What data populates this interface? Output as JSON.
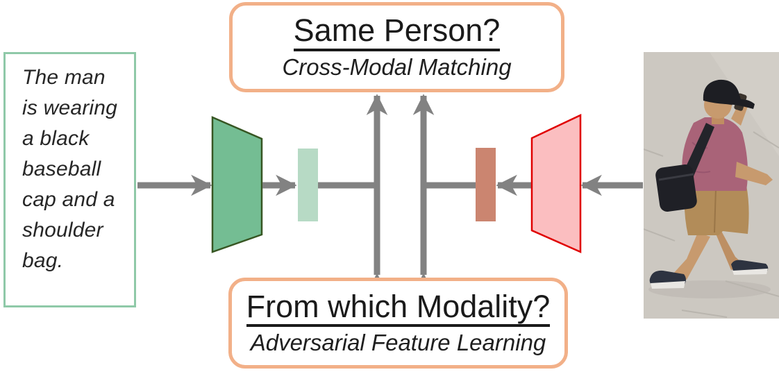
{
  "figure": {
    "description_box": {
      "text": "The man is wearing a black baseball cap and a shoulder bag."
    },
    "top_box": {
      "title": "Same Person?",
      "subtitle": "Cross-Modal Matching"
    },
    "bottom_box": {
      "title": "From which Modality?",
      "subtitle": "Adversarial Feature Learning"
    },
    "colors": {
      "arrow": "#828282",
      "description_border": "#8FC9A8",
      "question_border": "#F2B088",
      "text_encoder_fill": "#74BD93",
      "text_encoder_stroke": "#375623",
      "text_feature_fill": "#B7DAC5",
      "image_feature_fill": "#CB8570",
      "image_encoder_fill": "#FBBEC0",
      "image_encoder_stroke": "#E00000",
      "title_ink": "#1a1a1a"
    },
    "photo": {
      "label": "man walking with black baseball cap, pink t-shirt, black shoulder bag, khaki shorts"
    }
  }
}
